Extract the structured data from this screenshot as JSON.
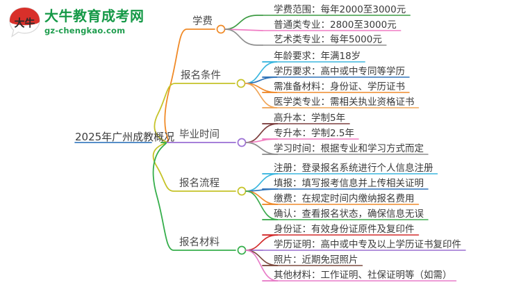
{
  "logo": {
    "mark_text": "大牛",
    "title": "大牛教育成考网",
    "url": "gz-chengkao.com",
    "brand_green": "#159947",
    "brand_red": "#d8302a"
  },
  "mindmap": {
    "type": "mindmap",
    "root": {
      "label": "2025年广州成教概况",
      "color": "#3f7fc1"
    },
    "branches": [
      {
        "label": "学费",
        "color": "#f08a27",
        "children": [
          {
            "label": "学费范围：每年2000至3000元",
            "color": "#3d9b43"
          },
          {
            "label": "普通类专业：2800至3000元",
            "color": "#f07cc4"
          },
          {
            "label": "艺术类专业：每年5000元",
            "color": "#8e8e8e"
          }
        ]
      },
      {
        "label": "报名条件",
        "color": "#c5c328",
        "children": [
          {
            "label": "年龄要求：年满18岁",
            "color": "#3bb6de"
          },
          {
            "label": "学历要求：高中或中专同等学历",
            "color": "#2e72b8"
          },
          {
            "label": "需准备材料：身份证、学历证书",
            "color": "#ef8a2b"
          },
          {
            "label": "医学类专业：需相关执业资格证书",
            "color": "#f0a558"
          }
        ]
      },
      {
        "label": "毕业时间",
        "color": "#9b6fd4",
        "children": [
          {
            "label": "高升本：学制5年",
            "color": "#7d3f3f"
          },
          {
            "label": "专升本：学制2.5年",
            "color": "#f27cc0"
          },
          {
            "label": "学习时间：根据专业和学习方式而定",
            "color": "#8e8e8e"
          }
        ]
      },
      {
        "label": "报名流程",
        "color": "#c5c328",
        "children": [
          {
            "label": "注册：登录报名系统进行个人信息注册",
            "color": "#3bb6de"
          },
          {
            "label": "填报：填写报考信息并上传相关证明",
            "color": "#2e72b8"
          },
          {
            "label": "缴费：在规定时间内缴纳报名费用",
            "color": "#ef8a2b"
          },
          {
            "label": "确认：查看报名状态，确保信息无误",
            "color": "#3dab4e"
          }
        ]
      },
      {
        "label": "报名材料",
        "color": "#35ae4b",
        "children": [
          {
            "label": "身份证：有效身份证原件及复印件",
            "color": "#d22b2b"
          },
          {
            "label": "学历证明：高中或中专及以上学历证书复印件",
            "color": "#9a6fd0"
          },
          {
            "label": "照片：近期免冠照片",
            "color": "#7d4a3f"
          },
          {
            "label": "其他材料：工作证明、社保证明等（如需）",
            "color": "#e87cc8"
          }
        ]
      }
    ]
  }
}
